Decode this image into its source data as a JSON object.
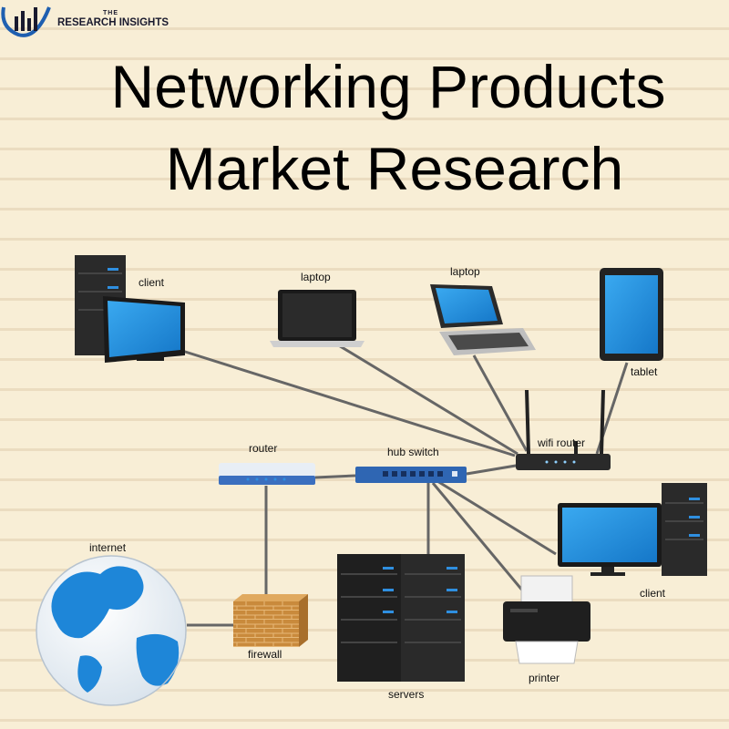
{
  "brand": {
    "prefix": "THE",
    "name": "RESEARCH INSIGHTS"
  },
  "title": {
    "line1": "Networking Products",
    "line2": "Market Research"
  },
  "nodes": {
    "client_top": "client",
    "laptop_1": "laptop",
    "laptop_2": "laptop",
    "tablet": "tablet",
    "wifi_router": "wifi router",
    "router": "router",
    "hub_switch": "hub switch",
    "internet": "internet",
    "firewall": "firewall",
    "servers": "servers",
    "printer": "printer",
    "client_right": "client"
  },
  "colors": {
    "background": "#f8eed6",
    "stripe": "#ebdcc0",
    "screen": "#1e90e0",
    "device": "#2a2a2a",
    "switch": "#2f66b3",
    "brick": "#c98a3c",
    "cable": "#666666"
  }
}
